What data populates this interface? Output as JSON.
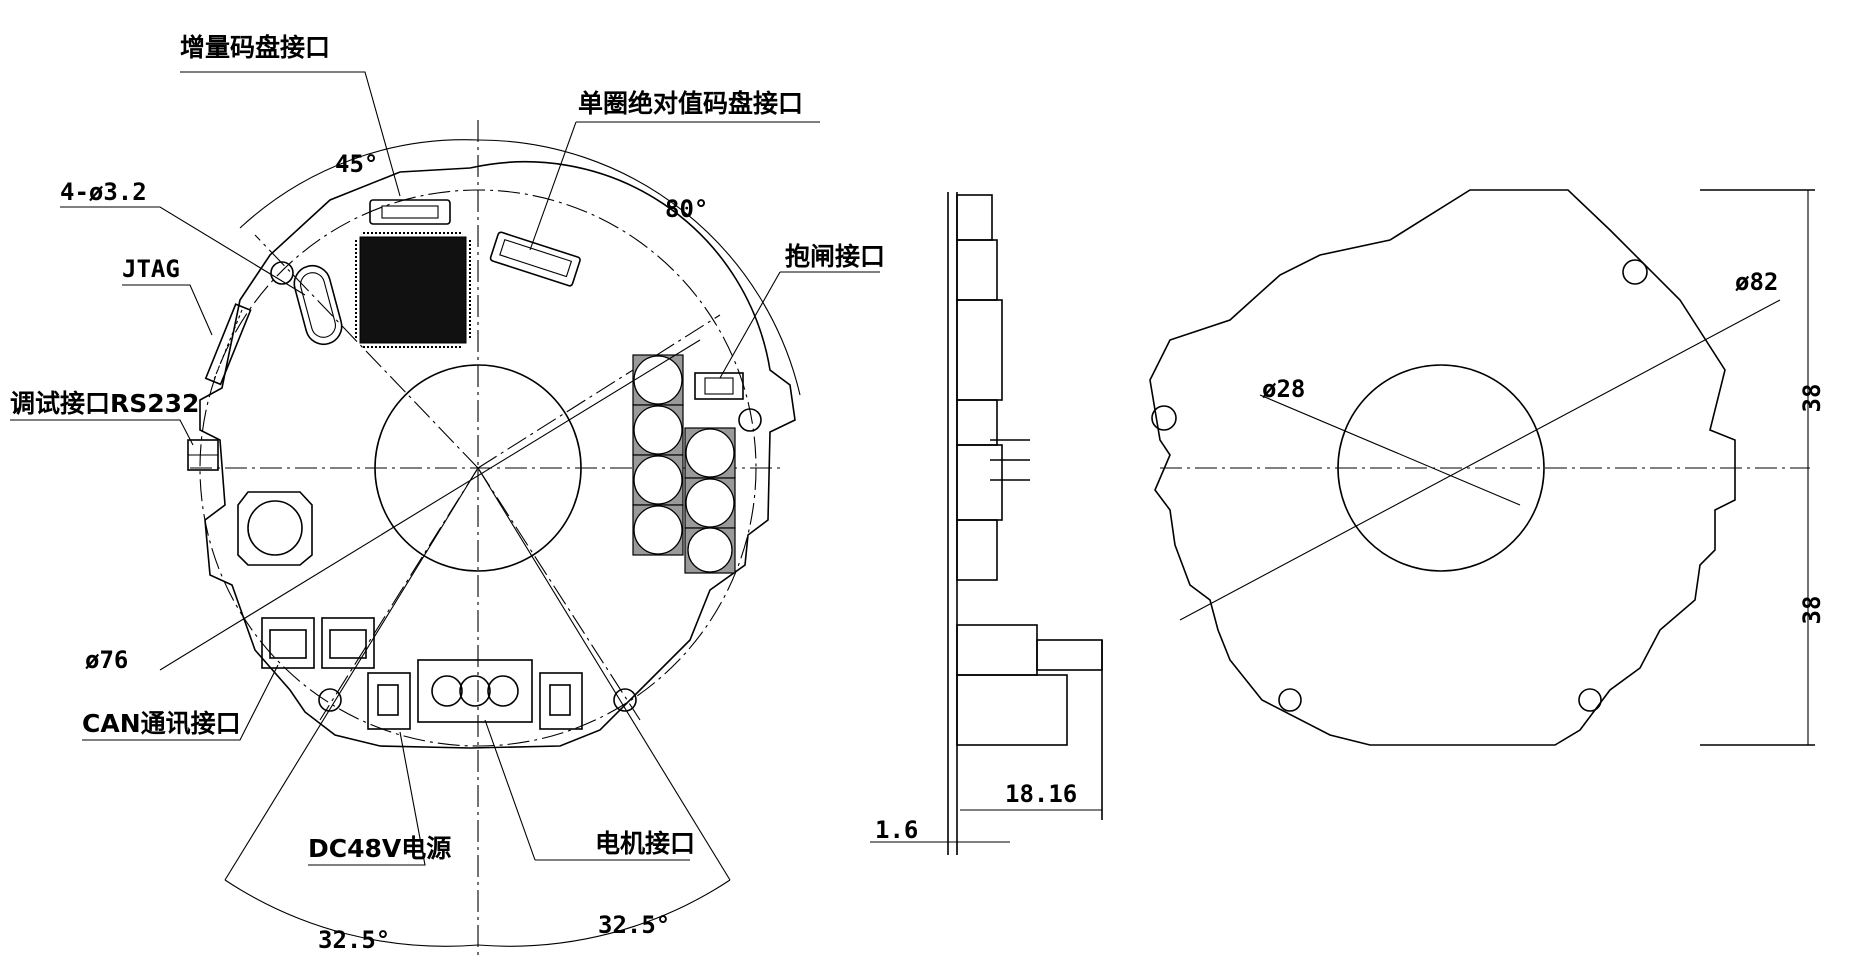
{
  "labels": {
    "incremental_encoder": "增量码盘接口",
    "absolute_encoder": "单圈绝对值码盘接口",
    "angle_45": "45°",
    "angle_80": "80°",
    "holes": "4-ø3.2",
    "jtag": "JTAG",
    "brake": "抱闸接口",
    "debug": "调试接口RS232",
    "dia76": "ø76",
    "can": "CAN通讯接口",
    "power": "DC48V电源",
    "motor": "电机接口",
    "angle_left": "32.5°",
    "angle_right": "32.5°",
    "thickness": "1.6",
    "height_side": "18.16",
    "dia82": "ø82",
    "dia28": "ø28",
    "dim_top": "38",
    "dim_bottom": "38"
  }
}
